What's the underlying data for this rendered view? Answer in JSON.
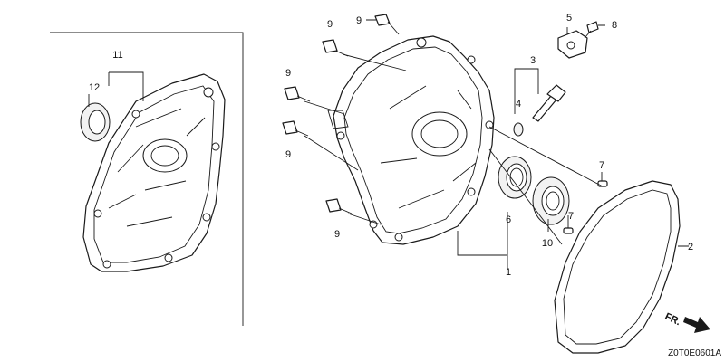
{
  "callouts": {
    "c1": "1",
    "c2": "2",
    "c3": "3",
    "c4": "4",
    "c5": "5",
    "c6": "6",
    "c7a": "7",
    "c7b": "7",
    "c8": "8",
    "c9a": "9",
    "c9b": "9",
    "c9c": "9",
    "c9d": "9",
    "c9e": "9",
    "c10": "10",
    "c11": "11",
    "c12": "12"
  },
  "direction_label": "FR.",
  "drawing_code": "Z0T0E0601A"
}
